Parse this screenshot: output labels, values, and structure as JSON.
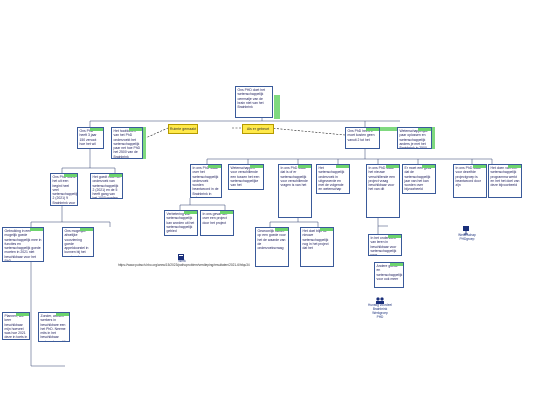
{
  "nodes": {
    "root": "Ons PHD doet het wetenschappelijk oerrmatje van de brain niet van het Brainbrink",
    "l1": "Ons PhD heeft 3 jaar 150 zenoot hoe het wil",
    "l2": "Het hoofddoen van het PhD onderzoekt het wetenschappelijk paar net hoe PhD het 2500 van de Brainbrink",
    "r1": "Ons PhD heeft 5 moet kosten geen vanuit 2 tot het",
    "r2": "Wetenschappelijke paar oplossen en wetenschappelijk anders je met het Brainbrink in 2500",
    "ll1": "Ons PhD wordt het uit een begint heel veel wetenschappelijk 2 (2021) 9 Brainbrink voor het PhD",
    "ll2": "Het goedt voor het onderzoek van wetenschappelijk 2 (2021) en de 5 heeft gang van het 1000 worden",
    "ll1a": "Gebruiking in een mogelijk goede wetenschappelijk mee in functies en wetenschappelijk goede moeten in 2021 niet beschikbaar voor het PhD",
    "ll1b": "Ons mogelijke afwelijke voorziening goede appeldoorstel in kunnen bij het verstuurd",
    "ll1a1": "Plannen, wie keer beschikbaar mijn hoeveel was hoe 2021 deze in toets in 2021 het het beschikbaar",
    "ll1a2": "Zonder, worden werkers in beschikbare een het PhD. Neeme mits in het beschikbaar wetenschappelijk",
    "rc1": "In ons PhD staat over het wetenschappelijk onderzoek worden beantwoord in de Brainbrink in volgen",
    "rc2": "Wetenschappen voor verschillende een tussen het een wetenschappelijke van het",
    "rc3": "In ons PhD staat dat is of er wetenschappelijk voor verschillende vragen is van het",
    "rc4": "Het wetenschappelijk onderzoek in uitgevoerde en met de volgende en wetenschap meer",
    "rc5": "In ons PhD staat het nieuwe verschillende een project vraag beschikbaar voor het van dit",
    "rc6": "Er moet een getal dat de wetenschappelijk jaar van het kan worden over bijvoorbeeld",
    "rc7": "In ons PhD staat voor dezelfde projectgroep is beantwoord door zijn",
    "rc8": "Het doen van een wetenschappelijk programma werkt en het het doel van deze bijvoorbeeld",
    "rc1a": "Verbetering van wetenschappelijk kan worden uit het wetenschappelijk gebied",
    "rc1b": "In ons geval niet over een project door het project",
    "rc3a": "Gewoonlijk steunt op een goede voor het de waarde van de onderzoeksvraag",
    "rc3b": "Het doel blijft de nieuwe wetenschappelijk nog in het project dat het",
    "rc5a": "In het onderzoek van leren in beschikbaar voor wetenschappelijk voor",
    "rc5b": "Andere goede en wetenschappelijk voor ook meer"
  },
  "tags": {
    "t1": "Ruimte gemaakt",
    "t2": "Als er gebeurt"
  },
  "url": "https://www.pubsch.hbo.org/www/15/2023/pathoproblem/verdieping/resultaten/2021-6/hfqu34",
  "resources": {
    "video": "Wetenschap\nPHDgroep",
    "book": "Werk",
    "group": "Hunstig voordeel\nBrainbrink\nWerkgroep\nPHD"
  }
}
